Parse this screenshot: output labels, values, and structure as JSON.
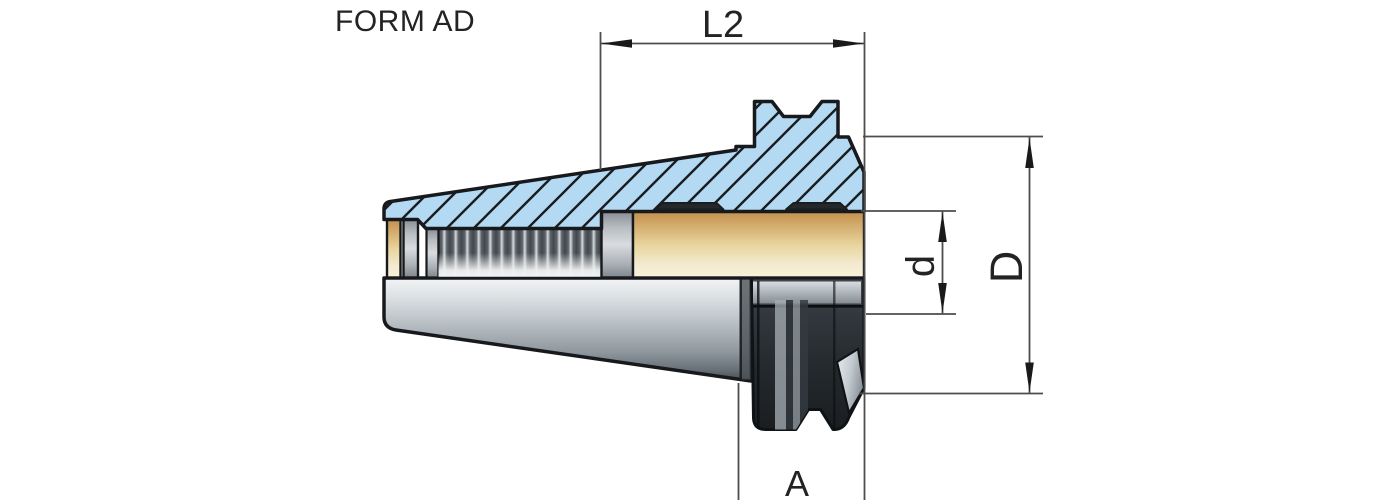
{
  "drawing": {
    "title": "FORM AD",
    "labels": {
      "length_top": "L2",
      "bore_diameter": "d",
      "flange_diameter": "D",
      "taper": "A"
    },
    "colors": {
      "section_blue": "#b3daf2",
      "hatch_line": "#1a1d20",
      "outline": "#17191c",
      "dimension_line": "#4d4d4d",
      "arrow": "#1a1a1a",
      "text": "#232323",
      "bore_tan_top": "#c2924f",
      "bore_tan_mid": "#e8d49c",
      "bore_tan_bottom": "#f8f2da",
      "steel_light": "#f2f4f5",
      "steel_dark": "#454c52",
      "flange_dark": "#24292d"
    }
  }
}
